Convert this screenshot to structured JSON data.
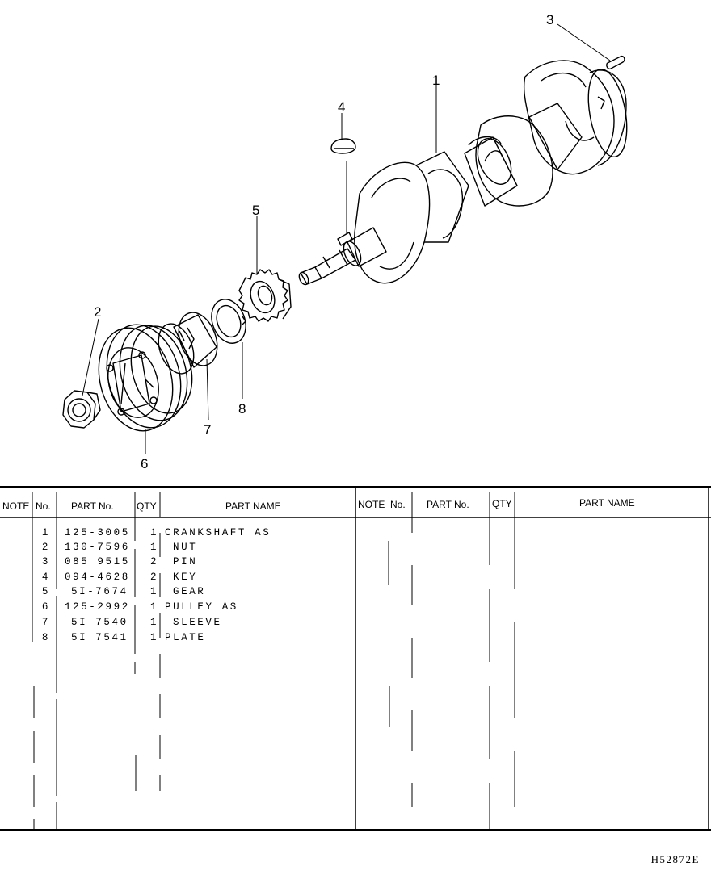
{
  "diagram": {
    "callouts": [
      "1",
      "2",
      "3",
      "4",
      "5",
      "6",
      "7",
      "8"
    ]
  },
  "table": {
    "left_headers": {
      "note": "NOTE",
      "no": "No.",
      "part_no": "PART No.",
      "qty": "QTY",
      "part_name": "PART NAME"
    },
    "right_headers": {
      "note": "NOTE",
      "no": "No.",
      "part_no": "PART No.",
      "qty": "QTY",
      "part_name": "PART NAME"
    },
    "rows": [
      {
        "no": "1",
        "part_no": "125-3005",
        "qty": "1",
        "part_name": "CRANKSHAFT AS"
      },
      {
        "no": "2",
        "part_no": "130-7596",
        "qty": "1",
        "part_name": "NUT"
      },
      {
        "no": "3",
        "part_no": "085 9515",
        "qty": "2",
        "part_name": "PIN"
      },
      {
        "no": "4",
        "part_no": "094-4628",
        "qty": "2",
        "part_name": "KEY"
      },
      {
        "no": "5",
        "part_no": "5I-7674",
        "qty": "1",
        "part_name": "GEAR"
      },
      {
        "no": "6",
        "part_no": "125-2992",
        "qty": "1",
        "part_name": "PULLEY AS"
      },
      {
        "no": "7",
        "part_no": "5I-7540",
        "qty": "1",
        "part_name": "SLEEVE"
      },
      {
        "no": "8",
        "part_no": "5I 7541",
        "qty": "1",
        "part_name": "PLATE"
      }
    ]
  },
  "footer": {
    "code": "H52872E"
  }
}
